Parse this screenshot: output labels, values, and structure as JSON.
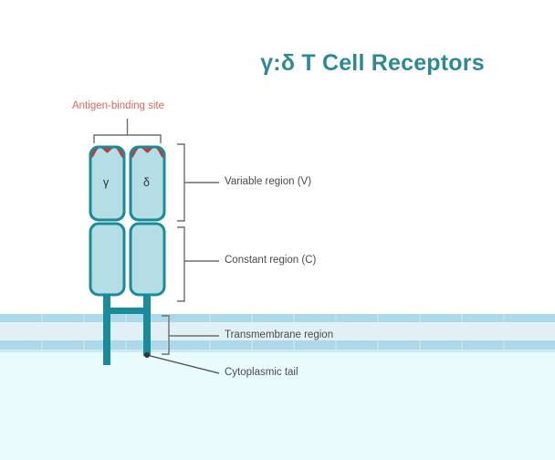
{
  "diagram": {
    "title": "γ:δ T Cell Receptors",
    "subject": "gamma-delta T cell receptor structure"
  },
  "labels": {
    "antigen_binding_site": "Antigen-binding site",
    "variable_region": "Variable region (V)",
    "constant_region": "Constant region (C)",
    "transmembrane_region": "Transmembrane region",
    "cytoplasmic_tail": "Cytoplasmic tail"
  },
  "chains": {
    "gamma": "γ",
    "delta": "δ"
  },
  "colors": {
    "title_teal": "#2d8a94",
    "antigen_red": "#e0645f",
    "domain_fill": "#b4dde5",
    "domain_stroke": "#1a8c99",
    "cdr_red": "#b5413f",
    "stalk_teal": "#1a8c99",
    "membrane_band": "#abd9e9",
    "membrane_core": "#e0f0f5",
    "cytoplasm": "#e9fbfc",
    "leader_gray": "#6e6e6e",
    "label_gray": "#4a4a4a"
  }
}
